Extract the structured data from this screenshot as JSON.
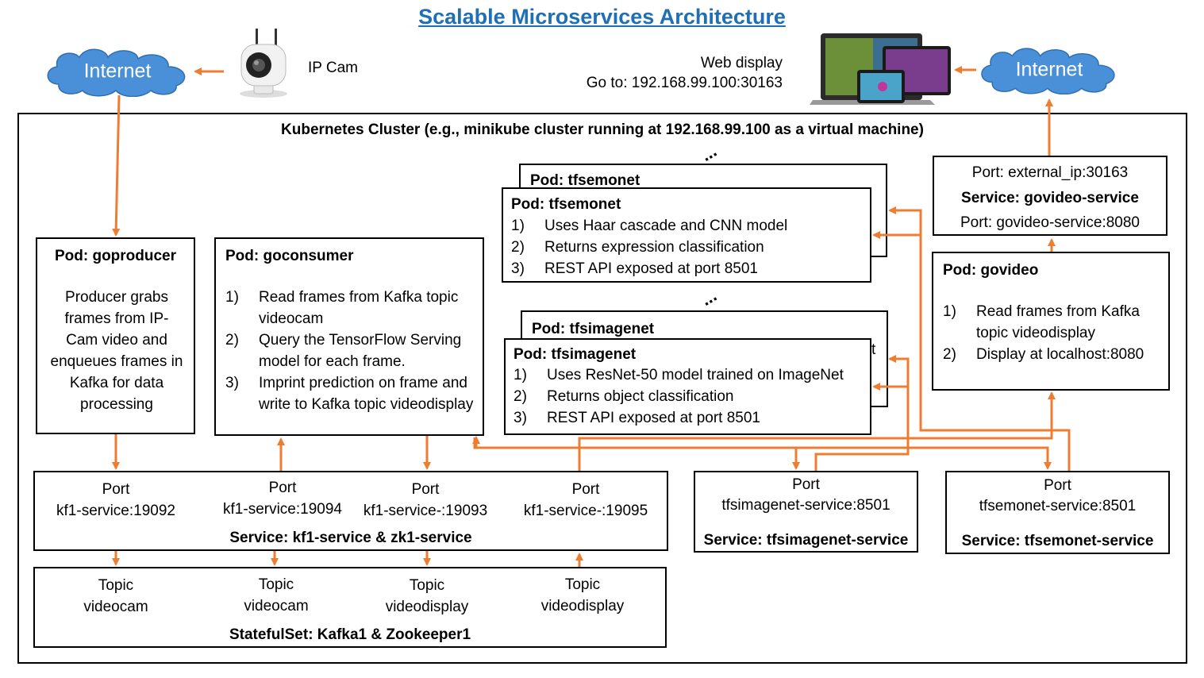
{
  "title": "Scalable Microservices Architecture",
  "internet_left": "Internet",
  "internet_right": "Internet",
  "ipcam_label": "IP Cam",
  "web_display": {
    "line1": "Web display",
    "line2": "Go to: 192.168.99.100:30163"
  },
  "cluster_title": "Kubernetes Cluster (e.g., minikube cluster running at 192.168.99.100 as a virtual machine)",
  "pod_goproducer": {
    "title": "Pod: goproducer",
    "body": "Producer grabs frames from IP-Cam video and enqueues frames in Kafka for data processing"
  },
  "pod_goconsumer": {
    "title": "Pod: goconsumer",
    "items": [
      {
        "num": "1)",
        "text": "Read frames from Kafka topic videocam"
      },
      {
        "num": "2)",
        "text": "Query the TensorFlow Serving model for each frame."
      },
      {
        "num": "3)",
        "text": "Imprint prediction on frame and write to Kafka topic videodisplay"
      }
    ]
  },
  "pod_tfsemonet_back": {
    "title": "Pod: tfsemonet"
  },
  "pod_tfsemonet": {
    "title": "Pod: tfsemonet",
    "items": [
      {
        "num": "1)",
        "text": "Uses Haar cascade and CNN model"
      },
      {
        "num": "2)",
        "text": "Returns expression classification"
      },
      {
        "num": "3)",
        "text": "REST API exposed at port 8501"
      }
    ]
  },
  "pod_tfsimagenet_back": {
    "title": "Pod: tfsimagenet",
    "edge_char": "t"
  },
  "pod_tfsimagenet": {
    "title": "Pod: tfsimagenet",
    "items": [
      {
        "num": "1)",
        "text": "Uses ResNet-50 model trained on ImageNet"
      },
      {
        "num": "2)",
        "text": "Returns object classification"
      },
      {
        "num": "3)",
        "text": "REST API exposed at port 8501"
      }
    ]
  },
  "service_govideo": {
    "port_external": "Port: external_ip:30163",
    "name": "Service: govideo-service",
    "port_internal": "Port: govideo-service:8080"
  },
  "pod_govideo": {
    "title": "Pod: govideo",
    "items": [
      {
        "num": "1)",
        "text": "Read frames from Kafka topic videodisplay"
      },
      {
        "num": "2)",
        "text": "Display at localhost:8080"
      }
    ]
  },
  "service_kafka": {
    "ports": [
      {
        "label": "Port",
        "value": "kf1-service:19092"
      },
      {
        "label": "Port",
        "value": "kf1-service:19094"
      },
      {
        "label": "Port",
        "value": "kf1-service-:19093"
      },
      {
        "label": "Port",
        "value": "kf1-service-:19095"
      }
    ],
    "name": "Service: kf1-service & zk1-service"
  },
  "statefulset": {
    "topics": [
      {
        "label": "Topic",
        "value": "videocam"
      },
      {
        "label": "Topic",
        "value": "videocam"
      },
      {
        "label": "Topic",
        "value": "videodisplay"
      },
      {
        "label": "Topic",
        "value": "videodisplay"
      }
    ],
    "name": "StatefulSet: Kafka1 & Zookeeper1"
  },
  "service_tfsimagenet": {
    "label": "Port",
    "value": "tfsimagenet-service:8501",
    "name": "Service: tfsimagenet-service"
  },
  "service_tfsemonet": {
    "label": "Port",
    "value": "tfsemonet-service:8501",
    "name": "Service: tfsemonet-service"
  },
  "colors": {
    "arrow": "#ed7d31",
    "cloud": "#4a90d9",
    "title": "#1f6fb5"
  },
  "icons": [
    "cloud-icon",
    "ip-camera-icon",
    "devices-icon"
  ]
}
